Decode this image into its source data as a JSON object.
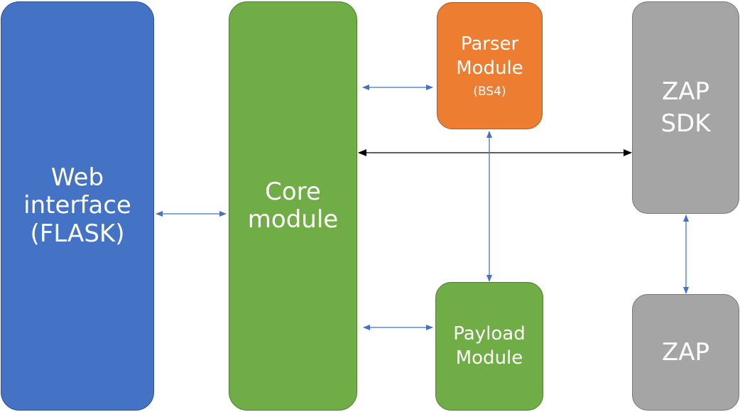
{
  "boxes": {
    "web": {
      "lines": [
        "Web",
        "interface",
        "(FLASK)"
      ]
    },
    "core": {
      "lines": [
        "Core",
        "module"
      ]
    },
    "parser": {
      "lines": [
        "Parser",
        "Module"
      ],
      "sub": "(BS4)"
    },
    "payload": {
      "lines": [
        "Payload",
        "Module"
      ]
    },
    "zapsdk": {
      "lines": [
        "ZAP",
        "SDK"
      ]
    },
    "zap": {
      "lines": [
        "ZAP"
      ]
    }
  },
  "colors": {
    "blue_box": "#4472c4",
    "green_box": "#70ad47",
    "orange_box": "#ed7d31",
    "gray_box": "#a5a5a5",
    "blue_arrow": "#4472c4",
    "black_arrow": "#000000"
  }
}
